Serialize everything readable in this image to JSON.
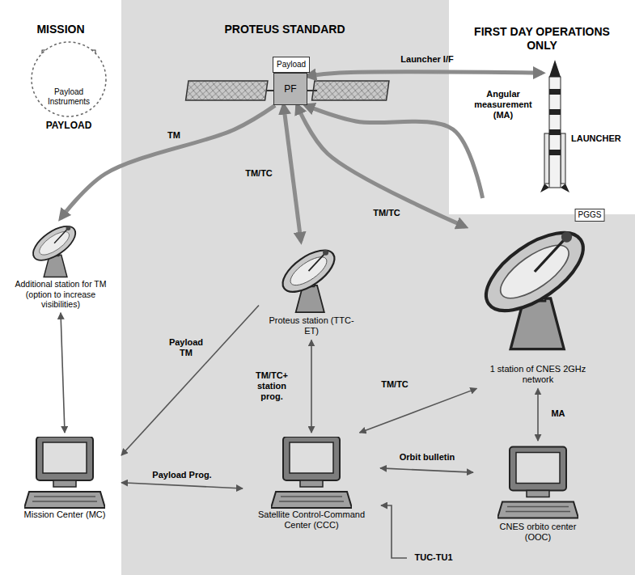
{
  "diagram": {
    "nodes": [
      {
        "text": [
          "Payload Instruments",
          "PAYLOAD"
        ]
      },
      {
        "text": [
          "Payload"
        ]
      },
      {
        "text": [
          "PF"
        ]
      },
      {
        "text": [
          "LAUNCHER"
        ]
      },
      {
        "text": [
          "Additional station for TM (option to increase visibilities)"
        ]
      },
      {
        "text": [
          "Proteus station (TTC-ET)"
        ]
      },
      {
        "text": [
          "1 station of CNES 2GHz network"
        ]
      },
      {
        "text": [
          "Mission Center (MC)"
        ]
      },
      {
        "text": [
          "Satellite Control-Command Center (CCC)"
        ]
      },
      {
        "text": [
          "CNES orbito center (OOC)"
        ]
      }
    ],
    "edges": [
      {
        "from": 2,
        "to": 4,
        "arrow": "to",
        "label": "TM"
      },
      {
        "from": 2,
        "to": 5,
        "arrow": "both",
        "label": "TM/TC"
      },
      {
        "from": 2,
        "to": 6,
        "arrow": "both",
        "label": "TM/TC"
      },
      {
        "from": 6,
        "to": 2,
        "arrow": "to",
        "label": "Angular measurement (MA)"
      },
      {
        "from": 2,
        "to": 3,
        "arrow": "both",
        "label": "Launcher I/F"
      },
      {
        "from": 4,
        "to": 7,
        "arrow": "both"
      },
      {
        "from": 5,
        "to": 7,
        "arrow": "to",
        "label": "Payload TM"
      },
      {
        "from": 7,
        "to": 8,
        "arrow": "both",
        "label": "Payload Prog."
      },
      {
        "from": 8,
        "to": 5,
        "arrow": "both",
        "label": "TM/TC+ station prog."
      },
      {
        "from": 8,
        "to": 6,
        "arrow": "both",
        "label": "TM/TC"
      },
      {
        "from": 6,
        "to": 9,
        "arrow": "both",
        "label": "MA"
      },
      {
        "from": 9,
        "to": 8,
        "arrow": "both",
        "label": "Orbit bulletin"
      }
    ],
    "labels": [
      "MISSION",
      "PROTEUS STANDARD",
      "FIRST DAY OPERATIONS ONLY",
      "PGGS",
      "TUC-TU1"
    ]
  }
}
